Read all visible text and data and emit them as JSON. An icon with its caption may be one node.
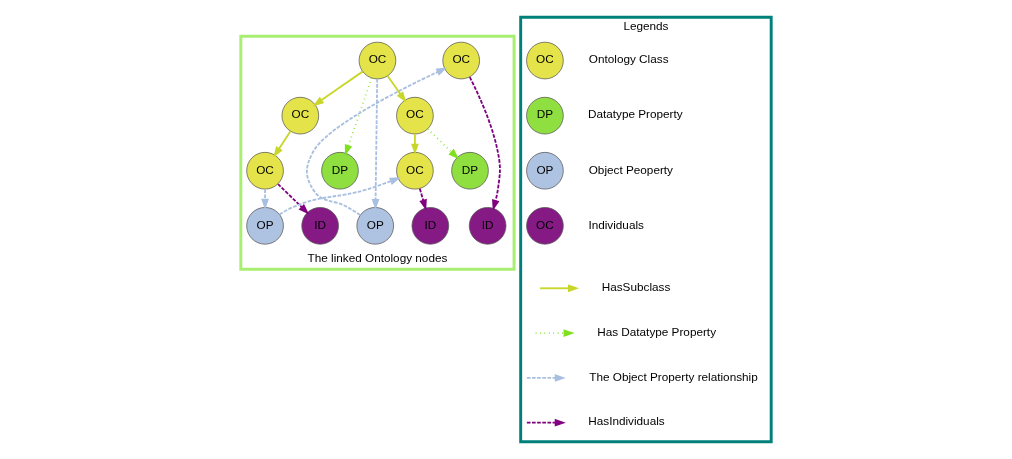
{
  "diagram": {
    "nodes": [
      {
        "text": [
          "The linked Ontology nodes"
        ]
      },
      {
        "text": [
          "OC"
        ],
        "in": 0
      },
      {
        "text": [
          "OC"
        ],
        "in": 0
      },
      {
        "text": [
          "OC"
        ],
        "in": 0
      },
      {
        "text": [
          "OC"
        ],
        "in": 0
      },
      {
        "text": [
          "OC"
        ],
        "in": 0
      },
      {
        "text": [
          "DP"
        ],
        "in": 0
      },
      {
        "text": [
          "OC"
        ],
        "in": 0
      },
      {
        "text": [
          "DP"
        ],
        "in": 0
      },
      {
        "text": [
          "OP"
        ],
        "in": 0
      },
      {
        "text": [
          "OP"
        ],
        "in": 0
      },
      {
        "text": [
          "ID"
        ],
        "in": 0
      },
      {
        "text": [
          "ID"
        ],
        "in": 0
      },
      {
        "text": [
          "ID"
        ],
        "in": 0
      },
      {
        "text": [
          "Legends"
        ]
      },
      {
        "text": [
          "OC"
        ],
        "in": 14,
        "beside": [
          "Ontology Class"
        ]
      },
      {
        "text": [
          "DP"
        ],
        "in": 14,
        "beside": [
          "Datatype Property"
        ]
      },
      {
        "text": [
          "OP"
        ],
        "in": 14,
        "beside": [
          "Object Peoperty"
        ]
      },
      {
        "text": [
          "OC"
        ],
        "in": 14,
        "beside": [
          "Individuals"
        ]
      }
    ],
    "edges": [
      {
        "from": 1,
        "to": 3,
        "arrow": "to",
        "color": "#c8d62a"
      },
      {
        "from": 1,
        "to": 4,
        "arrow": "to",
        "color": "#c8d62a"
      },
      {
        "from": 3,
        "to": 5,
        "arrow": "to",
        "color": "#c8d62a"
      },
      {
        "from": 4,
        "to": 7,
        "arrow": "to",
        "color": "#c8d62a"
      },
      {
        "from": 1,
        "to": 6,
        "arrow": "to",
        "style": "dashed",
        "color": "#7fe01e"
      },
      {
        "from": 4,
        "to": 8,
        "arrow": "to",
        "style": "dashed",
        "color": "#7fe01e"
      },
      {
        "from": 5,
        "to": 9,
        "arrow": "to",
        "style": "dashed",
        "color": "#a8bfe0"
      },
      {
        "from": 9,
        "to": 7,
        "arrow": "to",
        "style": "dashed",
        "color": "#a8bfe0"
      },
      {
        "from": 1,
        "to": 10,
        "arrow": "to",
        "style": "dashed",
        "color": "#a8bfe0"
      },
      {
        "from": 10,
        "to": 2,
        "arrow": "to",
        "style": "dashed",
        "color": "#a8bfe0"
      },
      {
        "from": 5,
        "to": 11,
        "arrow": "to",
        "style": "dashed",
        "color": "#800080"
      },
      {
        "from": 7,
        "to": 12,
        "arrow": "to",
        "style": "dashed",
        "color": "#800080"
      },
      {
        "from": 2,
        "to": 13,
        "arrow": "to",
        "style": "dashed",
        "color": "#800080"
      }
    ],
    "legend": [
      {
        "text": "HasSubclass"
      },
      {
        "text": "Has Datatype Property"
      },
      {
        "text": "The Object Property relationship"
      },
      {
        "text": "HasIndividuals"
      }
    ]
  }
}
